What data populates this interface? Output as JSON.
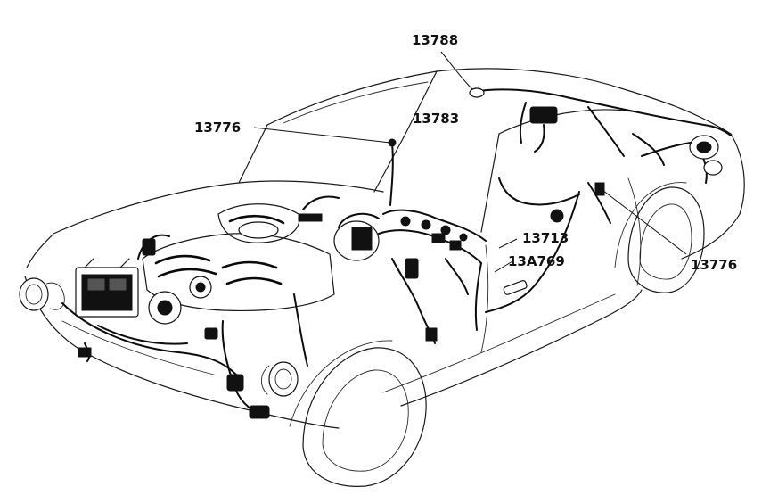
{
  "callouts": {
    "c13788": {
      "text": "13788"
    },
    "c13783": {
      "text": "13783"
    },
    "c13776_top": {
      "text": "13776"
    },
    "c13713": {
      "text": "13713"
    },
    "c13A769": {
      "text": "13A769"
    },
    "c13776_right": {
      "text": "13776"
    }
  },
  "colors": {
    "line": "#111111",
    "background": "#ffffff"
  }
}
